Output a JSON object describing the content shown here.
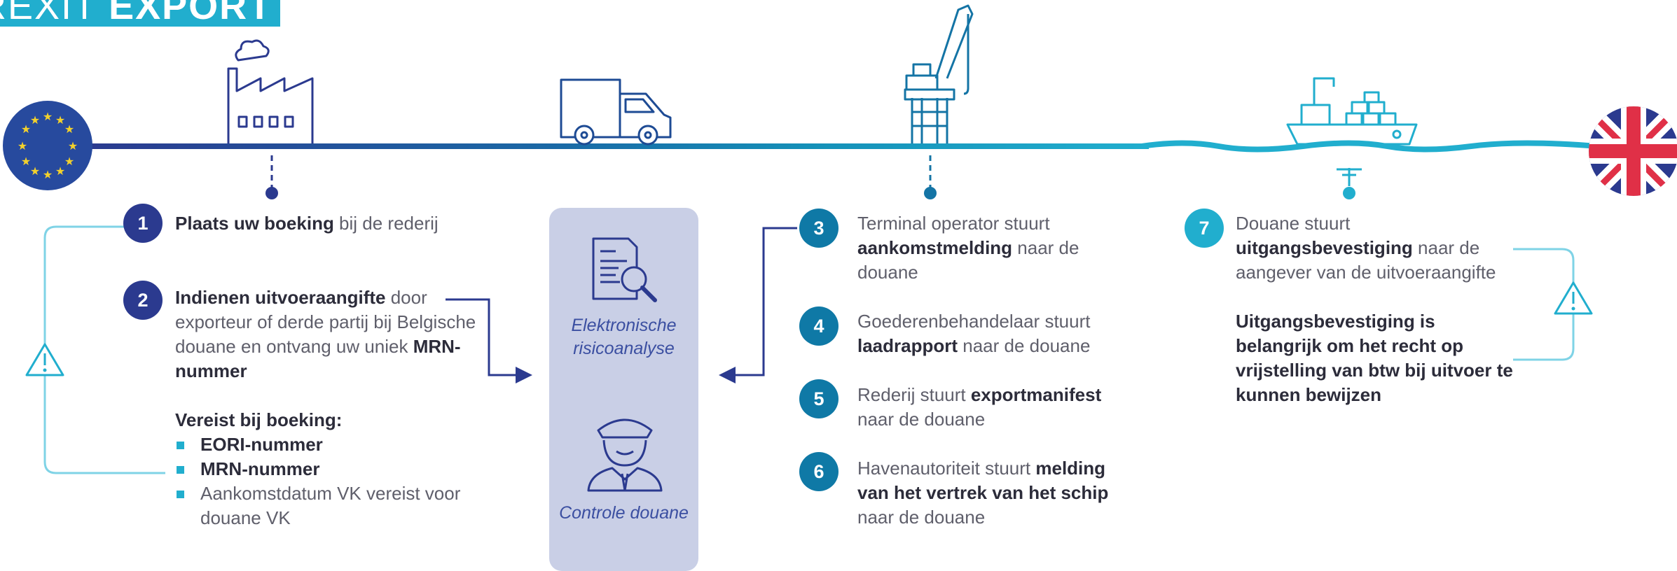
{
  "title": {
    "light": "REXIT",
    "bold": "EXPORT"
  },
  "colors": {
    "navy": "#2b3a8f",
    "teal": "#0f79a6",
    "cyan": "#21aece",
    "panel": "#c9cfe6"
  },
  "icons": {
    "origin": "eu-flag-icon",
    "factory": "factory-icon",
    "truck": "truck-icon",
    "crane": "port-crane-icon",
    "ship": "container-ship-icon",
    "destination": "uk-flag-icon",
    "warning": "warning-triangle-icon",
    "document": "document-magnifier-icon",
    "officer": "customs-officer-icon"
  },
  "steps": [
    {
      "number": "1",
      "bold": "Plaats uw boeking",
      "rest": " bij de rederij"
    },
    {
      "number": "2",
      "bold": "Indienen uitvoeraangifte",
      "text": " door exporteur of derde partij bij Belgische douane en ontvang uw uniek ",
      "bold2": "MRN-nummer"
    },
    {
      "number": "3",
      "pre": "Terminal operator stuurt ",
      "bold": "aankomstmelding",
      "post": " naar de douane"
    },
    {
      "number": "4",
      "pre": "Goederenbehandelaar stuurt ",
      "bold": "laadrapport",
      "post": " naar de douane"
    },
    {
      "number": "5",
      "pre": "Rederij stuurt ",
      "bold": "exportmanifest",
      "post": " naar de douane"
    },
    {
      "number": "6",
      "pre": "Havenautoriteit stuurt ",
      "bold": "melding van het vertrek van het schip",
      "post": " naar de douane"
    },
    {
      "number": "7",
      "pre": "Douane stuurt ",
      "bold": "uitgangsbevestiging",
      "post": " naar de aangever van de uitvoeraangifte"
    }
  ],
  "requirements": {
    "heading": "Vereist bij boeking:",
    "items": [
      {
        "label": "EORI-nummer",
        "bold": true
      },
      {
        "label": "MRN-nummer",
        "bold": true
      },
      {
        "label": "Aankomstdatum VK vereist voor douane VK",
        "bold": false
      }
    ]
  },
  "panel": {
    "analysis_label": "Elektronische risicoanalyse",
    "control_label": "Controle douane"
  },
  "note": "Uitgangsbevestiging is belangrijk om het recht op vrijstelling van btw bij uitvoer te kunnen bewijzen"
}
